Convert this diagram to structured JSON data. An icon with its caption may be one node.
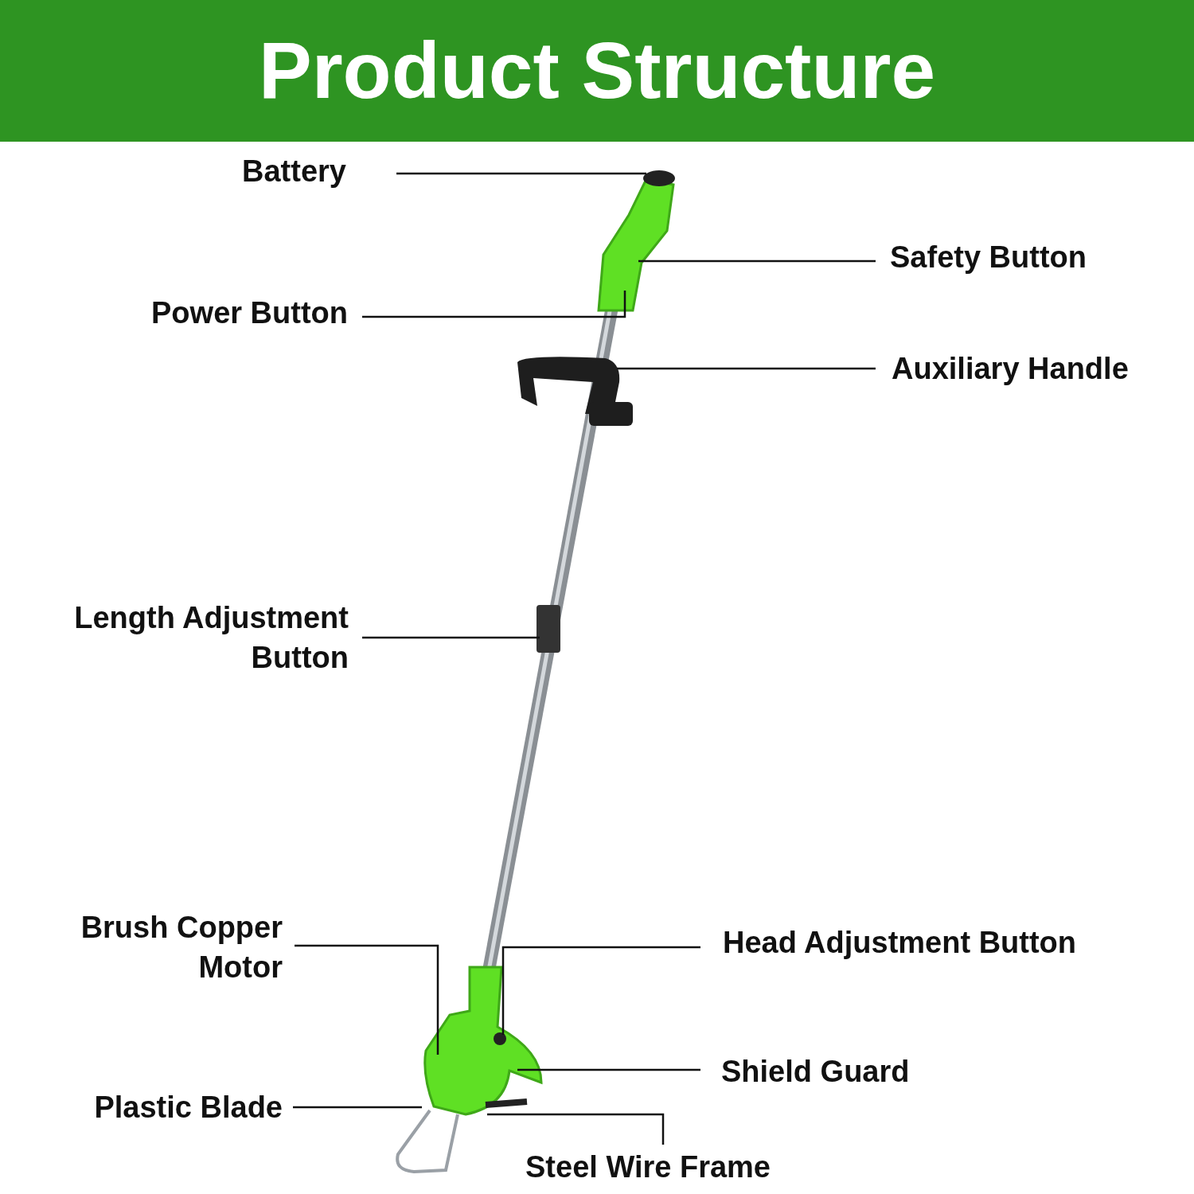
{
  "diagram": {
    "title": "Product Structure",
    "nodes": [
      {
        "text": [
          "Battery"
        ]
      },
      {
        "text": [
          "Safety Button"
        ]
      },
      {
        "text": [
          "Power Button"
        ]
      },
      {
        "text": [
          "Auxiliary Handle"
        ]
      },
      {
        "text": [
          "Length Adjustment Button"
        ]
      },
      {
        "text": [
          "Brush Copper Motor"
        ]
      },
      {
        "text": [
          "Head Adjustment Button"
        ]
      },
      {
        "text": [
          "Shield Guard"
        ]
      },
      {
        "text": [
          "Plastic Blade"
        ]
      },
      {
        "text": [
          "Steel Wire Frame"
        ]
      }
    ],
    "edges": [
      {
        "from": 0,
        "to": null,
        "arrow": "none"
      },
      {
        "from": 1,
        "to": null,
        "arrow": "none"
      },
      {
        "from": 2,
        "to": null,
        "arrow": "none"
      },
      {
        "from": 3,
        "to": null,
        "arrow": "none"
      },
      {
        "from": 4,
        "to": null,
        "arrow": "none"
      },
      {
        "from": 5,
        "to": null,
        "arrow": "none"
      },
      {
        "from": 6,
        "to": null,
        "arrow": "none"
      },
      {
        "from": 7,
        "to": null,
        "arrow": "none"
      },
      {
        "from": 8,
        "to": null,
        "arrow": "none"
      },
      {
        "from": 9,
        "to": null,
        "arrow": "none"
      }
    ]
  }
}
